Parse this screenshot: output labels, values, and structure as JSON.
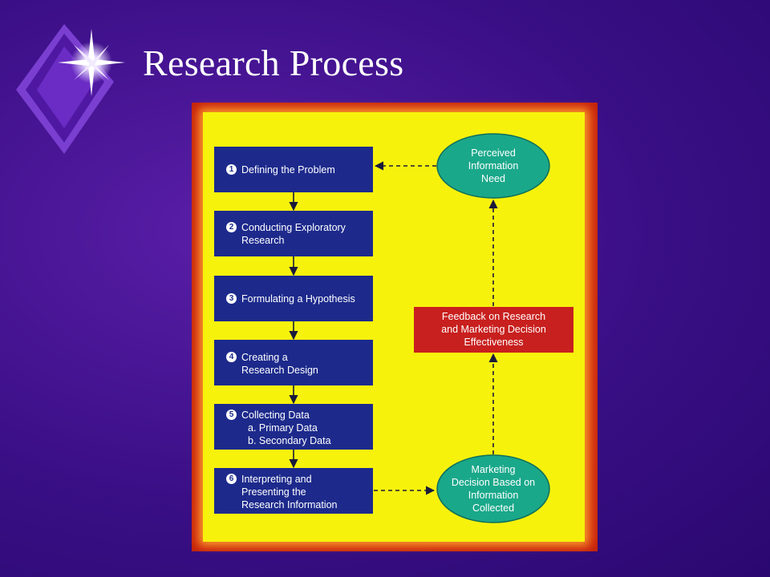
{
  "slide": {
    "title": "Research Process"
  },
  "steps": [
    {
      "num": "1",
      "lines": [
        "Defining the Problem"
      ]
    },
    {
      "num": "2",
      "lines": [
        "Conducting Exploratory",
        "Research"
      ]
    },
    {
      "num": "3",
      "lines": [
        "Formulating a Hypothesis"
      ]
    },
    {
      "num": "4",
      "lines": [
        "Creating a",
        "Research Design"
      ]
    },
    {
      "num": "5",
      "lines": [
        "Collecting Data",
        "a.  Primary Data",
        "b.  Secondary Data"
      ]
    },
    {
      "num": "6",
      "lines": [
        "Interpreting and",
        "Presenting the",
        "Research Information"
      ]
    }
  ],
  "nodes": {
    "perceived_need": [
      "Perceived",
      "Information",
      "Need"
    ],
    "feedback": [
      "Feedback on Research",
      "and Marketing Decision",
      "Effectiveness"
    ],
    "marketing_decision": [
      "Marketing",
      "Decision Based on",
      "Information",
      "Collected"
    ]
  },
  "colors": {
    "slide_background": "#3a0f86",
    "frame": "#e8481c",
    "panel": "#f7f20c",
    "step_box": "#1d2a8c",
    "ellipse": "#1aa88a",
    "feedback_box": "#c8201e",
    "arrow": "#1a1a3a"
  },
  "edges": [
    {
      "from": "step-1",
      "to": "step-2",
      "style": "solid"
    },
    {
      "from": "step-2",
      "to": "step-3",
      "style": "solid"
    },
    {
      "from": "step-3",
      "to": "step-4",
      "style": "solid"
    },
    {
      "from": "step-4",
      "to": "step-5",
      "style": "solid"
    },
    {
      "from": "step-5",
      "to": "step-6",
      "style": "solid"
    },
    {
      "from": "step-6",
      "to": "marketing_decision",
      "style": "dashed"
    },
    {
      "from": "marketing_decision",
      "to": "feedback",
      "style": "dashed"
    },
    {
      "from": "feedback",
      "to": "perceived_need",
      "style": "dashed"
    },
    {
      "from": "perceived_need",
      "to": "step-1",
      "style": "dashed"
    }
  ]
}
